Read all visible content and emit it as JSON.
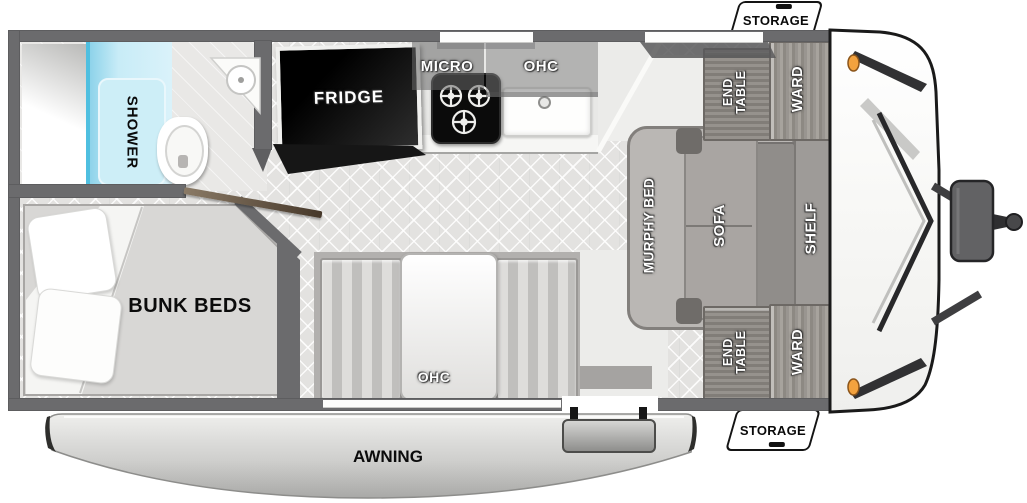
{
  "floorplan": {
    "bathroom": {
      "shower_label": "SHOWER"
    },
    "kitchen": {
      "fridge_label": "FRIDGE",
      "micro_label": "MICRO",
      "ohc_label": "OHC"
    },
    "living_area": {
      "murphy_bed_label": "MURPHY BED",
      "sofa_label": "SOFA",
      "shelf_label": "SHELF"
    },
    "front_cabinets": {
      "end_table_top_label": "END TABLE",
      "ward_top_label": "WARD",
      "end_table_bottom_label": "END TABLE",
      "ward_bottom_label": "WARD"
    },
    "bunk_room": {
      "bunk_beds_label": "BUNK BEDS"
    },
    "dinette": {
      "ohc_label": "OHC"
    },
    "exterior": {
      "storage_top_label": "STORAGE",
      "storage_bottom_label": "STORAGE",
      "awning_label": "AWNING"
    },
    "colors": {
      "wall_gray": "#6b6b6d",
      "shower_blue": "#bfe7f4",
      "clearance_light_orange": "#f3a23e",
      "fridge_black": "#0c0c0c",
      "floor_tile": "#e3e2e0"
    }
  }
}
